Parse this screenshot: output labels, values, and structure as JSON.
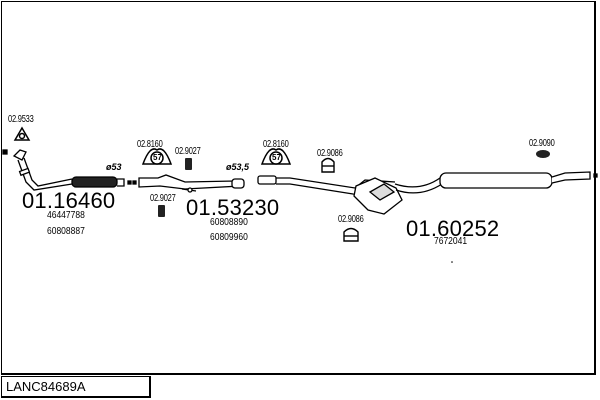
{
  "diagram": {
    "code": "LANC84689A",
    "assemblies": [
      {
        "part": "01.16460",
        "refs": [
          "46447788",
          "60808887"
        ]
      },
      {
        "part": "01.53230",
        "refs": [
          "60808890",
          "60809960"
        ]
      },
      {
        "part": "01.60252",
        "refs": [
          "7672041"
        ]
      }
    ],
    "accessories": [
      {
        "part": "02.9533",
        "icon": "gasket-icon"
      },
      {
        "part": "02.8160",
        "icon": "clamp-icon",
        "badge": "57"
      },
      {
        "part": "02.9027",
        "icon": "rubber-mount-icon"
      },
      {
        "part": "02.9027",
        "icon": "rubber-mount-icon"
      },
      {
        "part": "02.8160",
        "icon": "clamp-icon",
        "badge": "57"
      },
      {
        "part": "02.9086",
        "icon": "rubber-mount-icon"
      },
      {
        "part": "02.9086",
        "icon": "rubber-mount-icon"
      },
      {
        "part": "02.9090",
        "icon": "rubber-ring-icon"
      }
    ],
    "diameters": [
      "ø53",
      "ø53,5"
    ]
  }
}
